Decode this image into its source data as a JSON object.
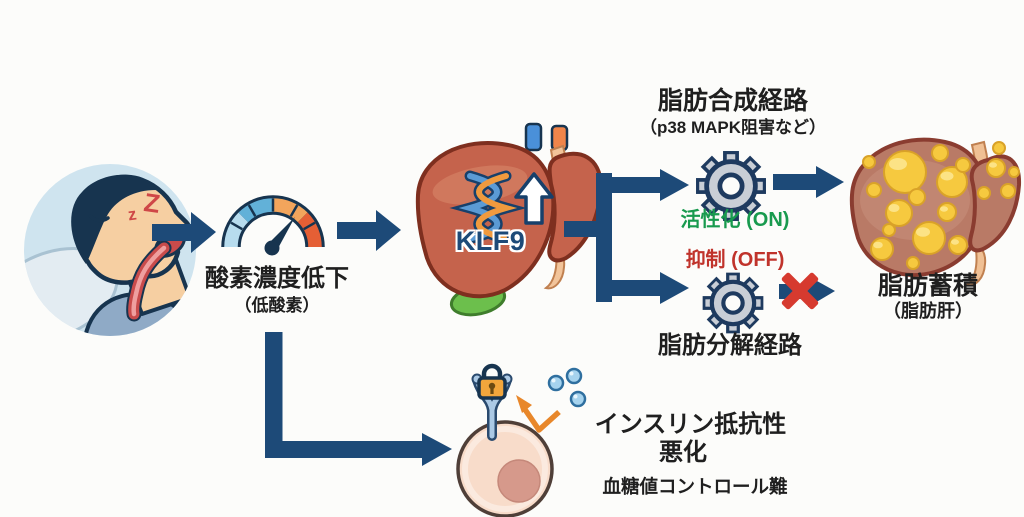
{
  "palette": {
    "arrow_navy": "#1d4a78",
    "outline_navy": "#17344f",
    "activation_green": "#189a4e",
    "suppression_red": "#c0332b",
    "x_red": "#d63a2f",
    "text_black": "#1f1f1f",
    "gauge_low_color": "#b7dcee",
    "gauge_high_color": "#e55f35",
    "liver_color": "#c5634c",
    "fatty_liver_color": "#b97a66",
    "fat_droplet_color": "#f6c93f"
  },
  "sleeper": {
    "z_small": "z",
    "z_big": "Z"
  },
  "hypoxia": {
    "label": "酸素濃度低下",
    "sublabel": "（低酸素）"
  },
  "liver": {
    "gene_label": "KLF9"
  },
  "synthesis": {
    "label": "脂肪合成経路",
    "sublabel": "（p38 MAPK阻害など）"
  },
  "activation": {
    "label": "活性化 (ON)"
  },
  "suppression": {
    "label": "抑制 (OFF)"
  },
  "lipolysis": {
    "label": "脂肪分解経路"
  },
  "fat": {
    "label": "脂肪蓄積",
    "sublabel": "（脂肪肝）"
  },
  "insulin": {
    "line1": "インスリン抵抗性",
    "line2": "悪化",
    "sublabel": "血糖値コントロール難"
  }
}
